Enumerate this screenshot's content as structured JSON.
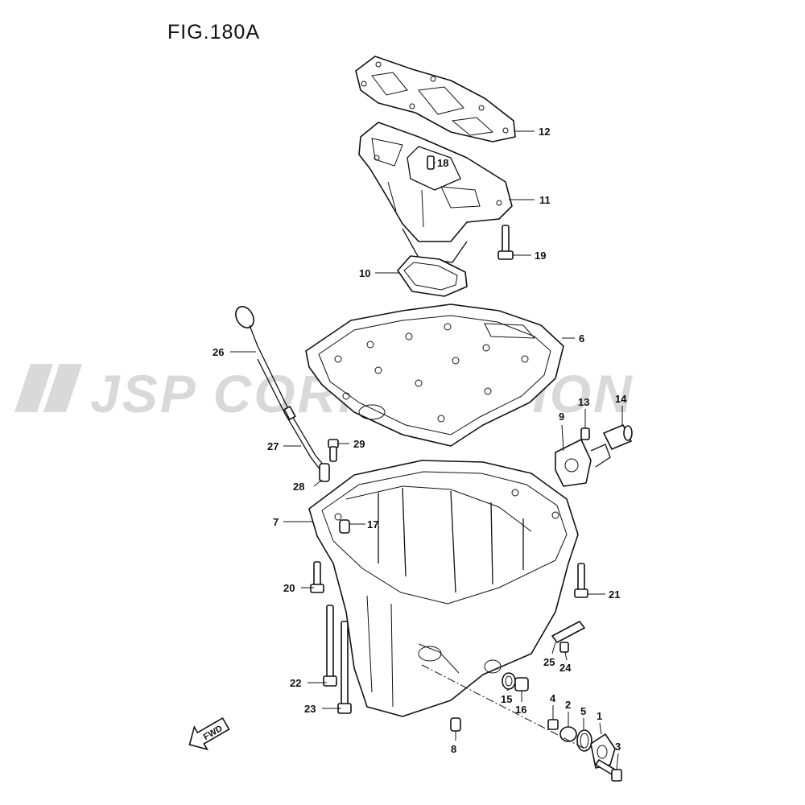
{
  "figure": {
    "title": "FIG.180A"
  },
  "watermark": {
    "text": "JSP CORPORATION"
  },
  "fwd_arrow": {
    "label": "FWD"
  },
  "callouts": [
    {
      "id": "c1",
      "text": "1"
    },
    {
      "id": "c2",
      "text": "2"
    },
    {
      "id": "c3",
      "text": "3"
    },
    {
      "id": "c4",
      "text": "4"
    },
    {
      "id": "c5",
      "text": "5"
    },
    {
      "id": "c6",
      "text": "6"
    },
    {
      "id": "c7",
      "text": "7"
    },
    {
      "id": "c8",
      "text": "8"
    },
    {
      "id": "c9",
      "text": "9"
    },
    {
      "id": "c10",
      "text": "10"
    },
    {
      "id": "c11",
      "text": "11"
    },
    {
      "id": "c12",
      "text": "12"
    },
    {
      "id": "c13",
      "text": "13"
    },
    {
      "id": "c14",
      "text": "14"
    },
    {
      "id": "c15",
      "text": "15"
    },
    {
      "id": "c16",
      "text": "16"
    },
    {
      "id": "c17",
      "text": "17"
    },
    {
      "id": "c18",
      "text": "18"
    },
    {
      "id": "c19",
      "text": "19"
    },
    {
      "id": "c20",
      "text": "20"
    },
    {
      "id": "c21",
      "text": "21"
    },
    {
      "id": "c22",
      "text": "22"
    },
    {
      "id": "c23",
      "text": "23"
    },
    {
      "id": "c24",
      "text": "24"
    },
    {
      "id": "c25",
      "text": "25"
    },
    {
      "id": "c26",
      "text": "26"
    },
    {
      "id": "c27",
      "text": "27"
    },
    {
      "id": "c28",
      "text": "28"
    },
    {
      "id": "c29",
      "text": "29"
    }
  ]
}
